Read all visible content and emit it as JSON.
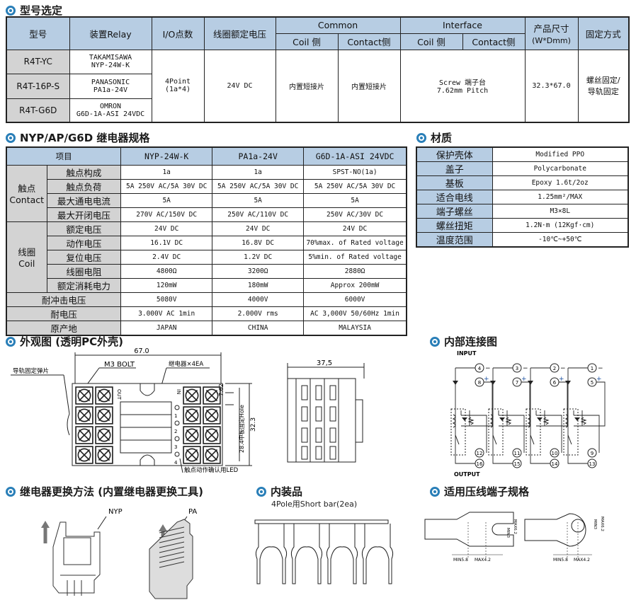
{
  "sections": {
    "model": "型号选定",
    "spec": "NYP/AP/G6D 继电器规格",
    "material": "材质",
    "appearance": "外观图 (透明PC外壳)",
    "internal": "内部连接图",
    "replace": "继电器更换方法 (内置继电器更换工具)",
    "package": "内装品",
    "terminal": "适用压线端子规格"
  },
  "model_table": {
    "headers": {
      "model": "型号",
      "relay": "装置Relay",
      "io": "I/O点数",
      "coil_voltage": "线圈额定电压",
      "common": "Common",
      "interface": "Interface",
      "coil_side": "Coil 侧",
      "contact_side": "Contact侧",
      "size": "产品尺寸",
      "size_unit": "(W*Dmm)",
      "mount": "固定方式"
    },
    "rows": [
      {
        "model": "R4T-YC",
        "relay_maker": "TAKAMISAWA",
        "relay_part": "NYP-24W-K"
      },
      {
        "model": "R4T-16P-S",
        "relay_maker": "PANASONIC",
        "relay_part": "PA1a-24V"
      },
      {
        "model": "R4T-G6D",
        "relay_maker": "OMRON",
        "relay_part": "G6D-1A-ASI 24VDC"
      }
    ],
    "shared": {
      "io": "4Point",
      "io_sub": "(1a*4)",
      "coil_voltage": "24V DC",
      "common_coil": "内置短接片",
      "common_contact": "内置短接片",
      "interface_1": "Screw 端子台",
      "interface_2": "7.62mm Pitch",
      "size": "32.3*67.0",
      "mount_1": "螺丝固定/",
      "mount_2": "导轨固定"
    }
  },
  "spec_table": {
    "headers": [
      "项目",
      "NYP-24W-K",
      "PA1a-24V",
      "G6D-1A-ASI 24VDC"
    ],
    "groups": [
      {
        "label_1": "触点",
        "label_2": "Contact",
        "rows": [
          {
            "item": "触点构成",
            "values": [
              "1a",
              "1a",
              "SPST-NO(1a)"
            ]
          },
          {
            "item": "触点负荷",
            "values": [
              "5A 250V AC/5A 30V DC",
              "5A 250V AC/5A 30V DC",
              "5A 250V AC/5A 30V DC"
            ]
          },
          {
            "item": "最大通电电流",
            "values": [
              "5A",
              "5A",
              "5A"
            ]
          },
          {
            "item": "最大开闭电压",
            "values": [
              "270V AC/150V DC",
              "250V AC/110V DC",
              "250V AC/30V DC"
            ]
          }
        ]
      },
      {
        "label_1": "线圈",
        "label_2": "Coil",
        "rows": [
          {
            "item": "额定电压",
            "values": [
              "24V DC",
              "24V DC",
              "24V DC"
            ]
          },
          {
            "item": "动作电压",
            "values": [
              "16.1V DC",
              "16.8V DC",
              "70%max. of Rated voltage"
            ]
          },
          {
            "item": "复位电压",
            "values": [
              "2.4V DC",
              "1.2V DC",
              "5%min. of Rated voltage"
            ]
          },
          {
            "item": "线圈电阻",
            "values": [
              "4800Ω",
              "3200Ω",
              "2880Ω"
            ]
          },
          {
            "item": "额定消耗电力",
            "values": [
              "120mW",
              "180mW",
              "Approx 200mW"
            ]
          }
        ]
      }
    ],
    "single_rows": [
      {
        "item": "耐冲击电压",
        "values": [
          "5080V",
          "4000V",
          "6000V"
        ]
      },
      {
        "item": "耐电压",
        "values": [
          "3.000V AC  1min",
          "2.000V rms",
          "AC 3,000V 50/60Hz 1min"
        ]
      },
      {
        "item": "原产地",
        "values": [
          "JAPAN",
          "CHINA",
          "MALAYSIA"
        ]
      }
    ]
  },
  "material_table": [
    {
      "item": "保护壳体",
      "value": "Modified PPO"
    },
    {
      "item": "盖子",
      "value": "Polycarbonate"
    },
    {
      "item": "基板",
      "value": "Epoxy 1.6t/2oz"
    },
    {
      "item": "适合电线",
      "value": "1.25mm²/MAX"
    },
    {
      "item": "端子螺丝",
      "value": "M3×8L"
    },
    {
      "item": "螺丝扭矩",
      "value": "1.2N·m (12Kgf·cm)"
    },
    {
      "item": "温度范围",
      "value": "-10℃~+50℃"
    }
  ],
  "appearance": {
    "width_dim": "67.0",
    "bolt": "M3 BOLT",
    "relay_label": "继电器×4EA",
    "rail_clip": "导轨固定弹片",
    "pitch": "7.62",
    "hole": "28.4中板固定Hole",
    "height_dim": "32.3",
    "led": "触点动作确认用LED",
    "out": "OUT",
    "in": "IN",
    "led_numbers": [
      "1",
      "2",
      "3",
      "4"
    ],
    "side_width": "37,5"
  },
  "internal": {
    "input": "INPUT",
    "output": "OUTPUT",
    "minus": "−",
    "plus": "+",
    "circuits": [
      {
        "neg": "4",
        "pos": "8",
        "com": "12",
        "out": "16"
      },
      {
        "neg": "3",
        "pos": "7",
        "com": "11",
        "out": "15"
      },
      {
        "neg": "2",
        "pos": "6",
        "com": "10",
        "out": "14"
      },
      {
        "neg": "1",
        "pos": "5",
        "com": "9",
        "out": "13"
      }
    ]
  },
  "replace": {
    "nyp": "NYP",
    "pa": "PA"
  },
  "package": {
    "desc": "4Pole用Short bar(2ea)"
  },
  "terminal": {
    "min_width": "MIN5.8",
    "max_width": "MAX4.2",
    "min_hole": "MIN3",
    "max_height": "MAX6.2"
  }
}
